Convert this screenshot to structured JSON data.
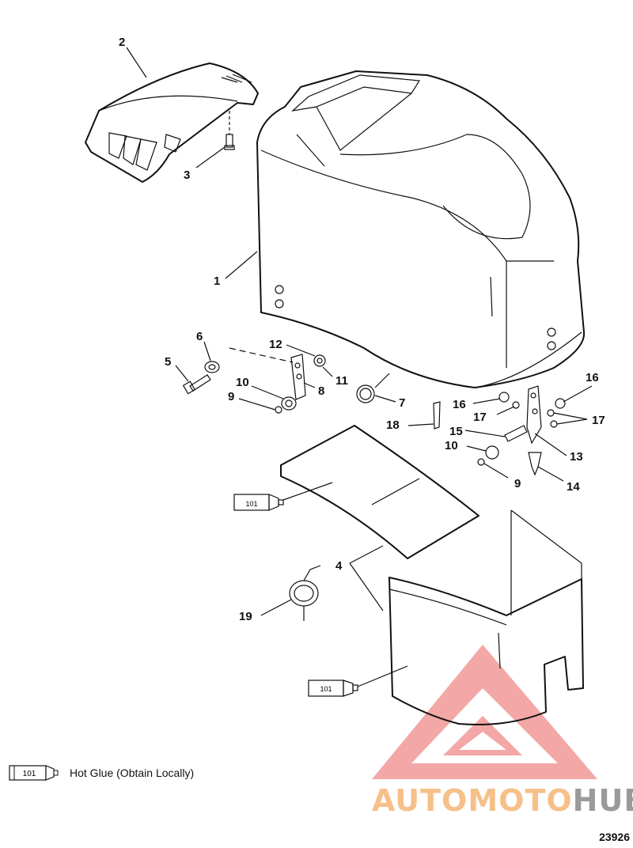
{
  "callouts": {
    "c1": "1",
    "c2": "2",
    "c3": "3",
    "c4": "4",
    "c5": "5",
    "c6": "6",
    "c7": "7",
    "c8": "8",
    "c9a": "9",
    "c9b": "9",
    "c10a": "10",
    "c10b": "10",
    "c11": "11",
    "c12": "12",
    "c13": "13",
    "c14": "14",
    "c15": "15",
    "c16a": "16",
    "c16b": "16",
    "c17a": "17",
    "c17b": "17",
    "c18": "18",
    "c19": "19"
  },
  "tube_label": "101",
  "legend": {
    "tube_label": "101",
    "text": "Hot Glue (Obtain Locally)"
  },
  "figure_number": "23926",
  "watermark": {
    "part1": "AUTOMOTO",
    "part2": "HUB",
    "color_a": "#f6c089",
    "color_b": "#9a9a9a",
    "logo_color": "#f08080"
  }
}
